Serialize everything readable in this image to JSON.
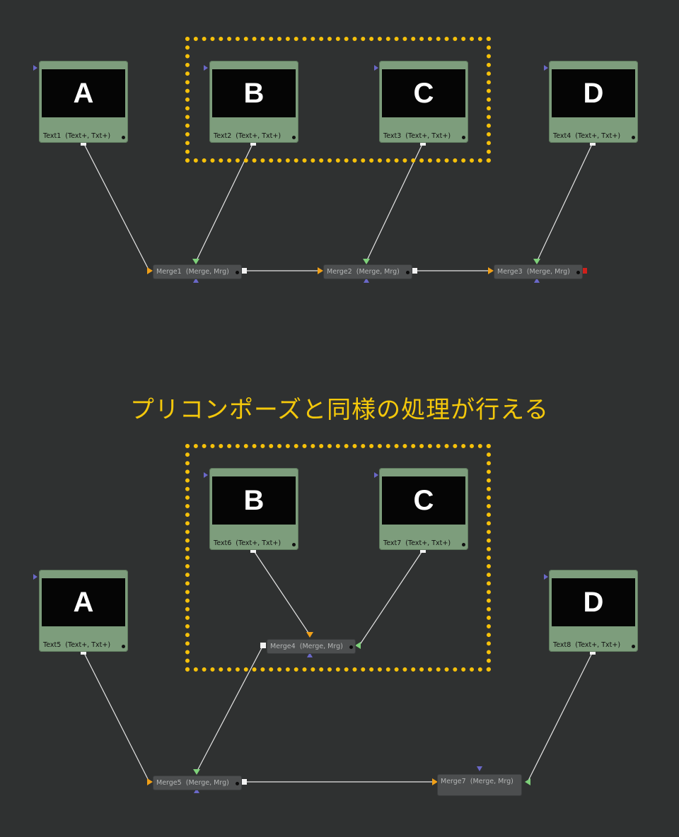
{
  "caption": "プリコンポーズと同様の処理が行える",
  "colors": {
    "background": "#2f3131",
    "text_node": "#7d9d7c",
    "merge_node": "#4c4e4f",
    "highlight": "#f6c10a",
    "wire": "#e6e6e6"
  },
  "top_graph": {
    "text_nodes": [
      {
        "letter": "A",
        "label": "Text1  (Text+, Txt+)"
      },
      {
        "letter": "B",
        "label": "Text2  (Text+, Txt+)"
      },
      {
        "letter": "C",
        "label": "Text3  (Text+, Txt+)"
      },
      {
        "letter": "D",
        "label": "Text4  (Text+, Txt+)"
      }
    ],
    "merge_nodes": [
      {
        "label": "Merge1  (Merge, Mrg)"
      },
      {
        "label": "Merge2  (Merge, Mrg)"
      },
      {
        "label": "Merge3  (Merge, Mrg)"
      }
    ]
  },
  "bottom_graph": {
    "text_nodes": [
      {
        "letter": "B",
        "label": "Text6  (Text+, Txt+)"
      },
      {
        "letter": "C",
        "label": "Text7  (Text+, Txt+)"
      },
      {
        "letter": "A",
        "label": "Text5  (Text+, Txt+)"
      },
      {
        "letter": "D",
        "label": "Text8  (Text+, Txt+)"
      }
    ],
    "merge_nodes": [
      {
        "label": "Merge4  (Merge, Mrg)"
      },
      {
        "label": "Merge5  (Merge, Mrg)"
      },
      {
        "label": "Merge7  (Merge, Mrg)"
      }
    ]
  }
}
